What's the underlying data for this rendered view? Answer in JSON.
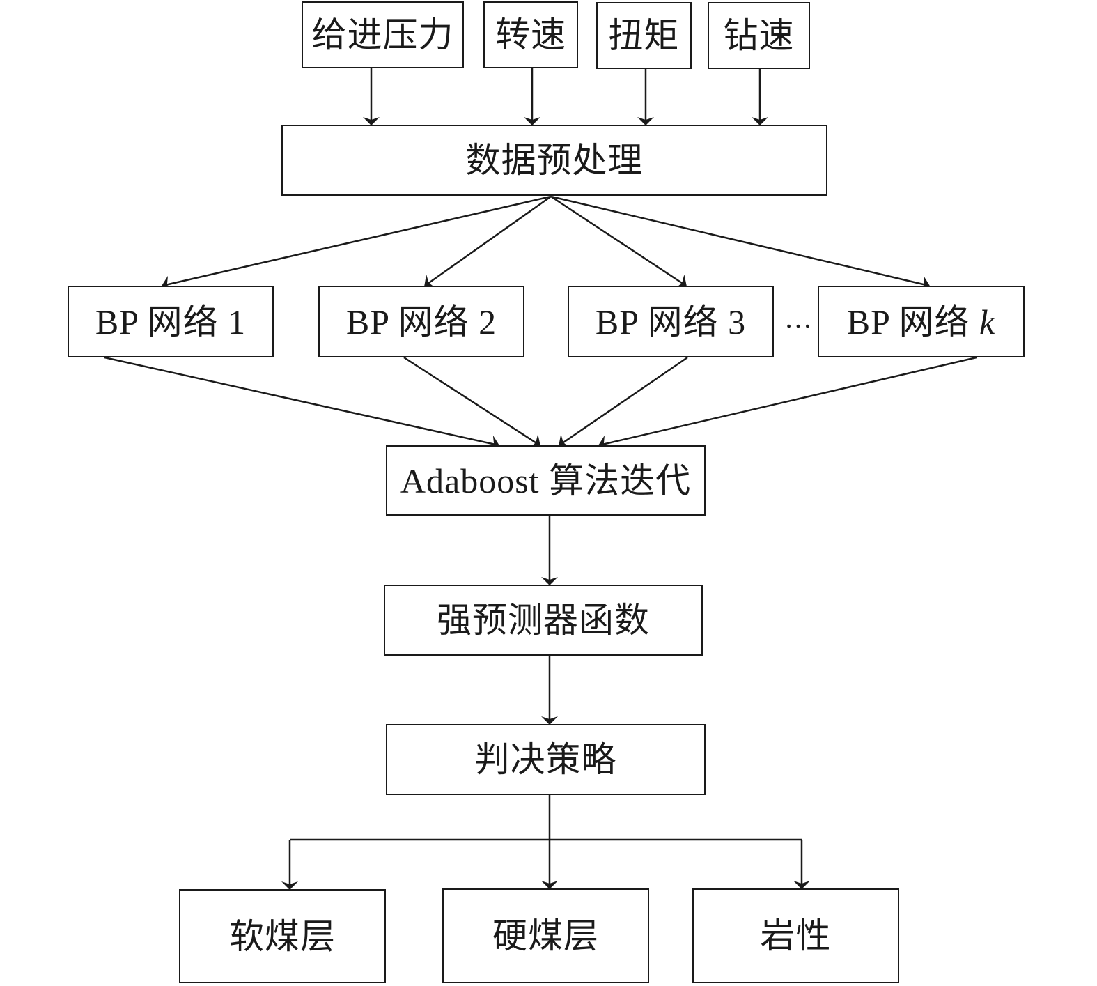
{
  "diagram": {
    "inputs": [
      {
        "id": "feed-pressure",
        "label": "给进压力"
      },
      {
        "id": "rotation-speed",
        "label": "转速"
      },
      {
        "id": "torque",
        "label": "扭矩"
      },
      {
        "id": "drilling-speed",
        "label": "钻速"
      }
    ],
    "preprocess": {
      "label": "数据预处理"
    },
    "bp_networks": [
      {
        "prefix": "BP 网络",
        "index": "1",
        "italic": false
      },
      {
        "prefix": "BP 网络",
        "index": "2",
        "italic": false
      },
      {
        "prefix": "BP 网络",
        "index": "3",
        "italic": false
      },
      {
        "prefix": "BP 网络",
        "index": "k",
        "italic": true
      }
    ],
    "ellipsis": "…",
    "adaboost": {
      "label": "Adaboost 算法迭代"
    },
    "strong_predictor": {
      "label": "强预测器函数"
    },
    "decision": {
      "label": "判决策略"
    },
    "outputs": [
      {
        "id": "soft-coal",
        "label": "软煤层"
      },
      {
        "id": "hard-coal",
        "label": "硬煤层"
      },
      {
        "id": "rock",
        "label": "岩性"
      }
    ],
    "edges": [
      [
        "input-0",
        "preprocess"
      ],
      [
        "input-1",
        "preprocess"
      ],
      [
        "input-2",
        "preprocess"
      ],
      [
        "input-3",
        "preprocess"
      ],
      [
        "preprocess",
        "bp-0"
      ],
      [
        "preprocess",
        "bp-1"
      ],
      [
        "preprocess",
        "bp-2"
      ],
      [
        "preprocess",
        "bp-3"
      ],
      [
        "bp-0",
        "adaboost"
      ],
      [
        "bp-1",
        "adaboost"
      ],
      [
        "bp-2",
        "adaboost"
      ],
      [
        "bp-3",
        "adaboost"
      ],
      [
        "adaboost",
        "strong-predictor"
      ],
      [
        "strong-predictor",
        "decision"
      ],
      [
        "decision",
        "output-0"
      ],
      [
        "decision",
        "output-1"
      ],
      [
        "decision",
        "output-2"
      ]
    ]
  }
}
